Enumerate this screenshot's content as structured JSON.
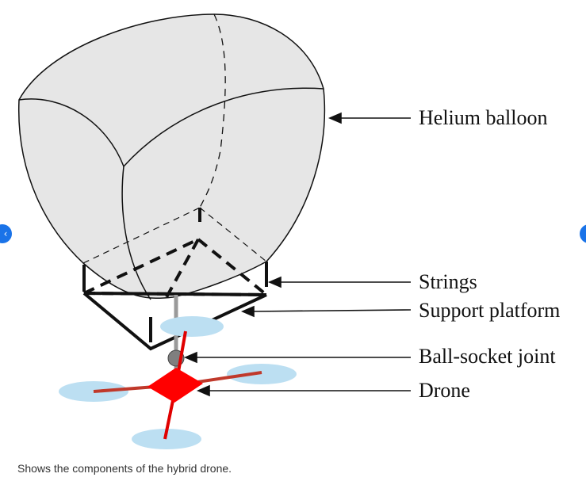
{
  "diagram": {
    "labels": {
      "balloon": "Helium balloon",
      "strings": "Strings",
      "platform": "Support platform",
      "joint": "Ball-socket joint",
      "drone": "Drone"
    },
    "colors": {
      "balloon_fill": "#e6e6e6",
      "outline": "#111111",
      "drone_body": "#ff0000",
      "drone_arm": "#c0392b",
      "propeller": "#bcdff2",
      "joint": "#7f7f7f",
      "rod": "#9a9a9a"
    }
  },
  "caption": "Shows the components of the hybrid drone.",
  "navigation": {
    "prev_icon": "chevron-left-icon",
    "prev_glyph": "‹",
    "next_icon": "chevron-right-icon",
    "next_glyph": "›"
  }
}
